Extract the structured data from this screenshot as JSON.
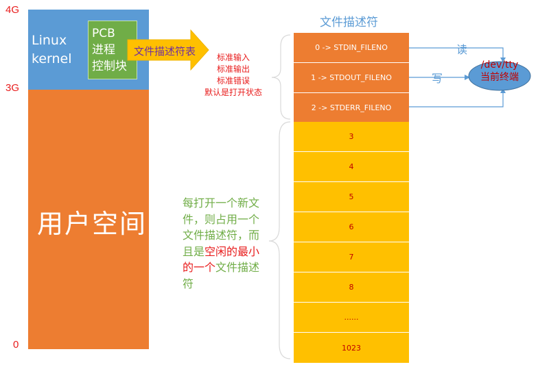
{
  "memory_labels": {
    "top": "4G",
    "kernel_boundary": "3G",
    "bottom": "0"
  },
  "kernel": {
    "line1": "Linux",
    "line2": "kernel"
  },
  "pcb": {
    "line1": "PCB",
    "line2": "进程",
    "line3": "控制块"
  },
  "user_space": "用户空间",
  "fd_table_arrow": "文件描述符表",
  "std_descriptions": [
    "标准输入",
    "标准输出",
    "标准错误",
    "默认是打开状态"
  ],
  "table_title": "文件描述符",
  "fd_rows": [
    "0 -> STDIN_FILENO",
    "1 -> STDOUT_FILENO",
    "2 -> STDERR_FILENO",
    "3",
    "4",
    "5",
    "6",
    "7",
    "8",
    "......",
    "1023"
  ],
  "terminal": {
    "line1": "/dev/tty",
    "line2": "当前终端"
  },
  "io_labels": {
    "read": "读",
    "write": "写"
  },
  "note": {
    "part1": "每打开一个新文件，则占用一个文件描述符，而且是",
    "highlight1": "空闲的最小的一个",
    "part2": "文件描述符"
  },
  "colors": {
    "kernel": "#5b9bd5",
    "user_space": "#ed7d31",
    "pcb": "#70ad47",
    "std_rows": "#ed7d31",
    "user_rows": "#ffc000",
    "arrow": "#ffc000",
    "terminal": "#5b9bd5",
    "labels": "#e81c1c"
  }
}
